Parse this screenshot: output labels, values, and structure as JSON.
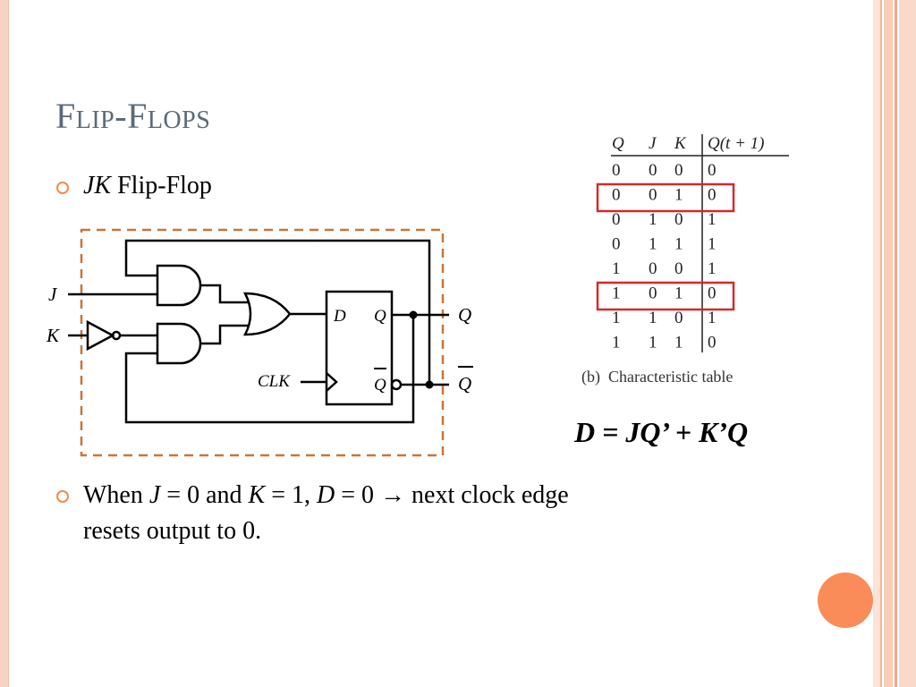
{
  "slide": {
    "title": "Flip-Flops",
    "bullet1": {
      "italic": "JK",
      "text": " Flip-Flop"
    },
    "bullet2": {
      "line1_parts": [
        "When ",
        "J",
        " = 0 and ",
        "K",
        " = 1, ",
        "D",
        " = 0 → next clock edge"
      ],
      "line2": "resets output to 0."
    },
    "equation": "D = JQ’ + K’Q",
    "colors": {
      "title": "#5a6a78",
      "accent": "#f28a4c",
      "dashed_box": "#c8763a",
      "highlight": "#d42a2a"
    }
  },
  "circuit": {
    "label_j": "J",
    "label_k": "K",
    "label_d": "D",
    "label_q_inner": "Q",
    "label_qbar_inner": "Q",
    "label_clk": "CLK",
    "label_q_out": "Q",
    "label_qbar_out": "Q"
  },
  "char_table": {
    "headers": [
      "Q",
      "J",
      "K",
      "Q(t + 1)"
    ],
    "rows": [
      [
        "0",
        "0",
        "0",
        "0"
      ],
      [
        "0",
        "0",
        "1",
        "0"
      ],
      [
        "0",
        "1",
        "0",
        "1"
      ],
      [
        "0",
        "1",
        "1",
        "1"
      ],
      [
        "1",
        "0",
        "0",
        "1"
      ],
      [
        "1",
        "0",
        "1",
        "0"
      ],
      [
        "1",
        "1",
        "0",
        "1"
      ],
      [
        "1",
        "1",
        "1",
        "0"
      ]
    ],
    "highlighted_rows": [
      1,
      5
    ],
    "caption": "(b)  Characteristic table"
  }
}
